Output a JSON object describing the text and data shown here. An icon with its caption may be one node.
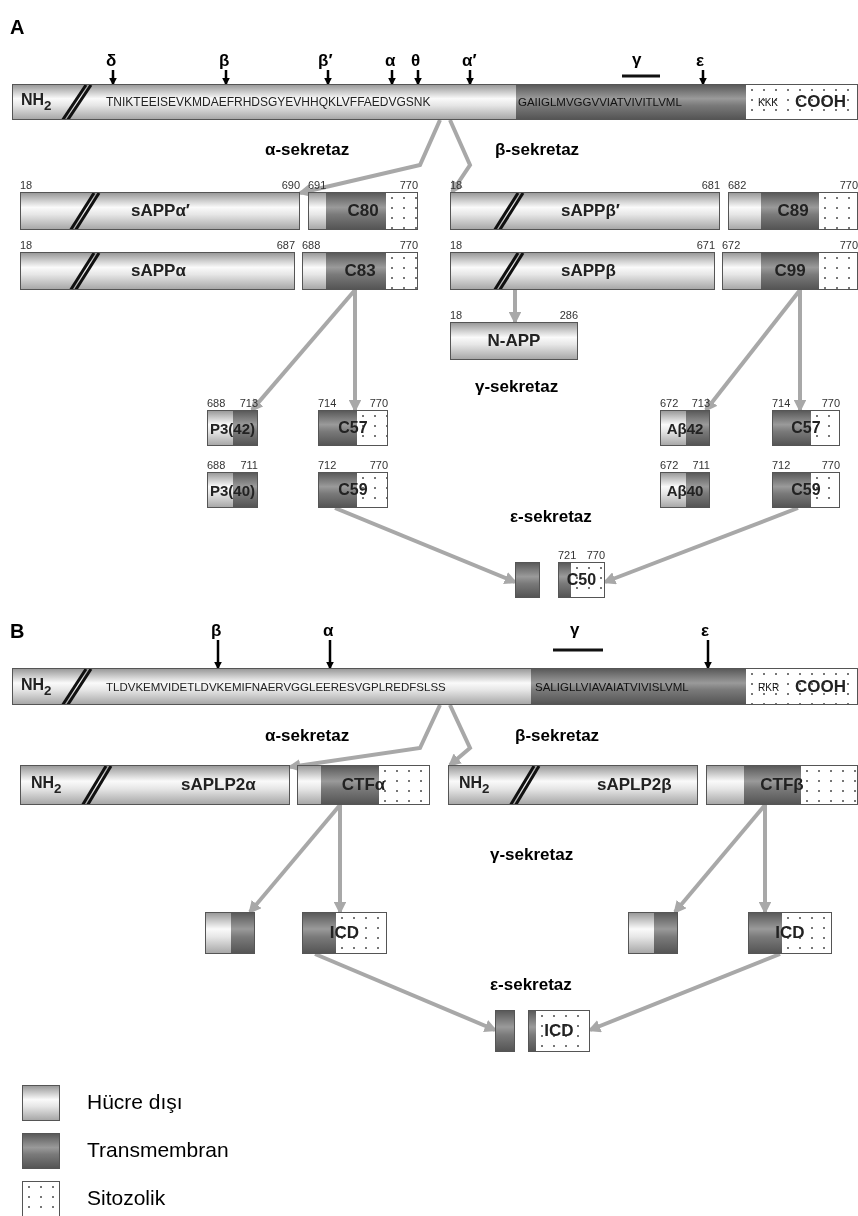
{
  "diagram": {
    "nodes": [
      {
        "text": [
          "NH$_{2}$",
          "TNIKTEEISEVKMDAEFRHDSGYEVHHQKLVFFAEDVGSNK",
          "GAIIGLMVGGVVIATVIVITLVML",
          "KKK",
          "COOH"
        ]
      },
      {
        "text": [
          "δ"
        ]
      },
      {
        "text": [
          "β"
        ]
      },
      {
        "text": [
          "β′"
        ]
      },
      {
        "text": [
          "α"
        ]
      },
      {
        "text": [
          "θ"
        ]
      },
      {
        "text": [
          "α′"
        ]
      },
      {
        "text": [
          "ε"
        ]
      },
      {
        "text": [
          "sAPPα′"
        ],
        "beside": [
          "18",
          "690"
        ]
      },
      {
        "text": [
          "C80"
        ],
        "beside": [
          "691",
          "770"
        ]
      },
      {
        "text": [
          "sAPPβ′"
        ],
        "beside": [
          "18",
          "681"
        ]
      },
      {
        "text": [
          "C89"
        ],
        "beside": [
          "682",
          "770"
        ]
      },
      {
        "text": [
          "sAPPα"
        ],
        "beside": [
          "18",
          "687"
        ]
      },
      {
        "text": [
          "C83"
        ],
        "beside": [
          "688",
          "770"
        ]
      },
      {
        "text": [
          "sAPPβ"
        ],
        "beside": [
          "18",
          "671"
        ]
      },
      {
        "text": [
          "C99"
        ],
        "beside": [
          "672",
          "770"
        ]
      },
      {
        "text": [
          "N-APP"
        ],
        "beside": [
          "18",
          "286"
        ]
      },
      {
        "text": [
          "P3(42)"
        ],
        "beside": [
          "688",
          "713"
        ]
      },
      {
        "text": [
          "C57"
        ],
        "beside": [
          "714",
          "770"
        ]
      },
      {
        "text": [
          "Aβ42"
        ],
        "beside": [
          "672",
          "713"
        ]
      },
      {
        "text": [
          "C57"
        ],
        "beside": [
          "714",
          "770"
        ]
      },
      {
        "text": [
          "P3(40)"
        ],
        "beside": [
          "688",
          "711"
        ]
      },
      {
        "text": [
          "C59"
        ],
        "beside": [
          "712",
          "770"
        ]
      },
      {
        "text": [
          "Aβ40"
        ],
        "beside": [
          "672",
          "711"
        ]
      },
      {
        "text": [
          "C59"
        ],
        "beside": [
          "712",
          "770"
        ]
      },
      {
        "text": [],
        "shape": "box"
      },
      {
        "text": [
          "C50"
        ],
        "beside": [
          "721",
          "770"
        ]
      },
      {
        "text": [
          "NH$_{2}$",
          "TLDVKEMVIDETLDVKEMIFNAERVGGLEERESVGPLREDFSLSS",
          "SALIGLLVIAVAIATVIVISLVML",
          "RKR",
          "COOH"
        ]
      },
      {
        "text": [
          "β"
        ]
      },
      {
        "text": [
          "α"
        ]
      },
      {
        "text": [
          "ε"
        ]
      },
      {
        "text": [
          "NH$_{2}$",
          "sAPLP2α"
        ]
      },
      {
        "text": [
          "CTFα"
        ]
      },
      {
        "text": [
          "NH$_{2}$",
          "sAPLP2β"
        ]
      },
      {
        "text": [
          "CTFβ"
        ]
      },
      {
        "text": [],
        "shape": "box"
      },
      {
        "text": [
          "ICD"
        ]
      },
      {
        "text": [],
        "shape": "box"
      },
      {
        "text": [
          "ICD"
        ]
      },
      {
        "text": [],
        "shape": "box"
      },
      {
        "text": [
          "ICD"
        ]
      }
    ],
    "edges": [
      {
        "from": 1,
        "to": 0,
        "arrow": "to",
        "color": "#000000"
      },
      {
        "from": 2,
        "to": 0,
        "arrow": "to",
        "color": "#000000"
      },
      {
        "from": 3,
        "to": 0,
        "arrow": "to",
        "color": "#000000"
      },
      {
        "from": 4,
        "to": 0,
        "arrow": "to",
        "color": "#000000"
      },
      {
        "from": 5,
        "to": 0,
        "arrow": "to",
        "color": "#000000"
      },
      {
        "from": 6,
        "to": 0,
        "arrow": "to",
        "color": "#000000"
      },
      {
        "from": 7,
        "to": 0,
        "arrow": "to",
        "color": "#000000"
      },
      {
        "from": 0,
        "to": 8,
        "arrow": "to",
        "label": "α-sekretaz"
      },
      {
        "from": 0,
        "to": 10,
        "arrow": "to",
        "label": "β-sekretaz"
      },
      {
        "from": 14,
        "to": 16,
        "arrow": "to"
      },
      {
        "from": 13,
        "to": 17,
        "arrow": "to"
      },
      {
        "from": 13,
        "to": 18,
        "arrow": "to"
      },
      {
        "from": 15,
        "to": 19,
        "arrow": "to"
      },
      {
        "from": 15,
        "to": 20,
        "arrow": "to"
      },
      {
        "from": 22,
        "to": 25,
        "arrow": "to"
      },
      {
        "from": 24,
        "to": 26,
        "arrow": "to"
      },
      {
        "from": 28,
        "to": 27,
        "arrow": "to",
        "color": "#000000"
      },
      {
        "from": 29,
        "to": 27,
        "arrow": "to",
        "color": "#000000"
      },
      {
        "from": 30,
        "to": 27,
        "arrow": "to",
        "color": "#000000"
      },
      {
        "from": 27,
        "to": 31,
        "arrow": "to",
        "label": "α-sekretaz"
      },
      {
        "from": 27,
        "to": 33,
        "arrow": "to",
        "label": "β-sekretaz"
      },
      {
        "from": 32,
        "to": 35,
        "arrow": "to"
      },
      {
        "from": 32,
        "to": 36,
        "arrow": "to"
      },
      {
        "from": 34,
        "to": 37,
        "arrow": "to"
      },
      {
        "from": 34,
        "to": 38,
        "arrow": "to"
      },
      {
        "from": 36,
        "to": 39,
        "arrow": "to"
      },
      {
        "from": 38,
        "to": 40,
        "arrow": "to"
      }
    ],
    "labels": [
      "A",
      "γ",
      "γ-sekretaz",
      "ε-sekretaz",
      "B",
      "γ",
      "γ-sekretaz",
      "ε-sekretaz"
    ],
    "legend": [
      {
        "text": "Hücre dışı",
        "color": "#e6e6e6"
      },
      {
        "text": "Transmembran",
        "color": "#6e6e6e"
      },
      {
        "text": "Sitozolik",
        "color": "#ffffff"
      }
    ]
  }
}
